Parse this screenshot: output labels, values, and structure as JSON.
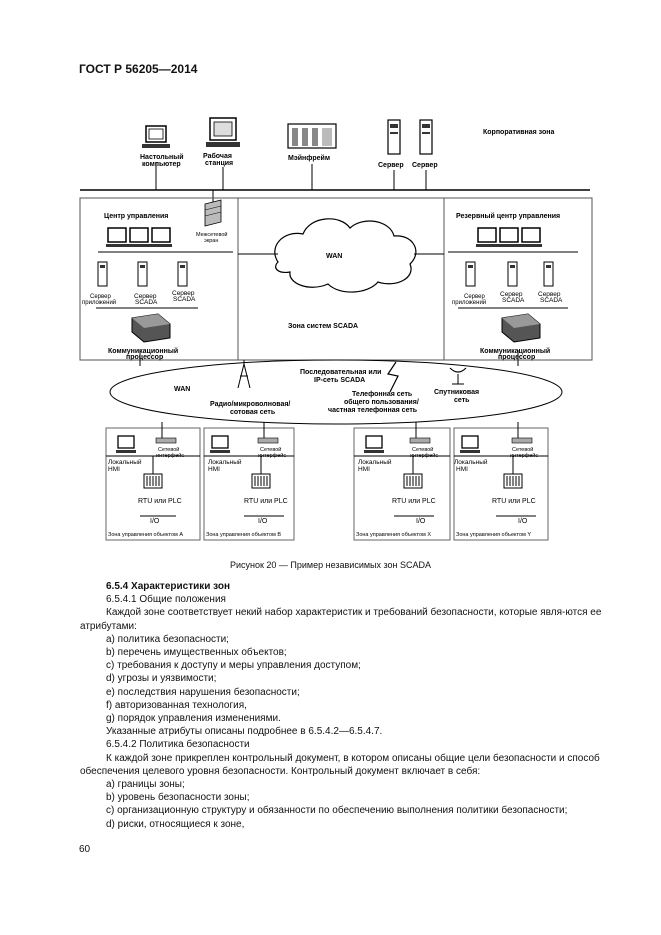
{
  "header": "ГОСТ Р 56205—2014",
  "figure": {
    "corp_zone": "Корпоративная зона",
    "desktop": [
      "Настольный",
      "компьютер"
    ],
    "workstation": [
      "Рабочая",
      "станция"
    ],
    "mainframe": "Мэйнфрейм",
    "server1": "Сервер",
    "server2": "Сервер",
    "control_center": "Центр управления",
    "backup_center": "Резервный центр управления",
    "firewall": [
      "Межсетевой",
      "экран"
    ],
    "wan1": "WAN",
    "wan2": "WAN",
    "app_server": [
      "Сервер",
      "приложений"
    ],
    "scada_server": [
      "Сервер",
      "SCADA"
    ],
    "comm_proc": [
      "Коммуникационный",
      "процессор"
    ],
    "scada_zone": "Зона систем SCADA",
    "serial_net": [
      "Последовательная или",
      "IP-сеть SCADA"
    ],
    "radio_net": [
      "Радио/микроволновая/",
      "сотовая сеть"
    ],
    "phone_net": [
      "Телефонная сеть",
      "общего пользования/",
      "частная телефонная сеть"
    ],
    "sat_net": [
      "Спутниковая",
      "сеть"
    ],
    "local_hmi": [
      "Локальный",
      "HMI"
    ],
    "net_iface": [
      "Сетевой",
      "интерфейс"
    ],
    "rtu": "RTU или PLC",
    "io": "I/O",
    "zones": [
      "Зона управления объектом А",
      "Зона управления объектом В",
      "Зона управления объектом Х",
      "Зона управления объектом Y"
    ]
  },
  "caption": "Рисунок 20 — Пример независимых зон SCADA",
  "text": {
    "h1": "6.5.4 Характеристики зон",
    "s1": "6.5.4.1 Общие положения",
    "p1": "Каждой зоне соответствует некий набор характеристик и требований безопасности, которые явля-ются ее атрибутами:",
    "l1": [
      "а) политика безопасности;",
      "b) перечень имущественных объектов;",
      "с) требования к доступу и меры управления доступом;",
      "d) угрозы и уязвимости;",
      "е) последствия нарушения безопасности;",
      "f) авторизованная технология,",
      "g) порядок управления изменениями."
    ],
    "p2": "Указанные атрибуты описаны подробнее в 6.5.4.2—6.5.4.7.",
    "s2": "6.5.4.2 Политика безопасности",
    "p3": "К каждой зоне прикреплен контрольный документ, в котором описаны общие цели безопасности и способ обеспечения целевого уровня безопасности. Контрольный документ включает в себя:",
    "l2": [
      "а) границы зоны;",
      "b) уровень безопасности зоны;",
      "с) организационную структуру и обязанности по обеспечению выполнения политики безопасности;",
      "d) риски, относящиеся к зоне,"
    ]
  },
  "page_number": "60"
}
